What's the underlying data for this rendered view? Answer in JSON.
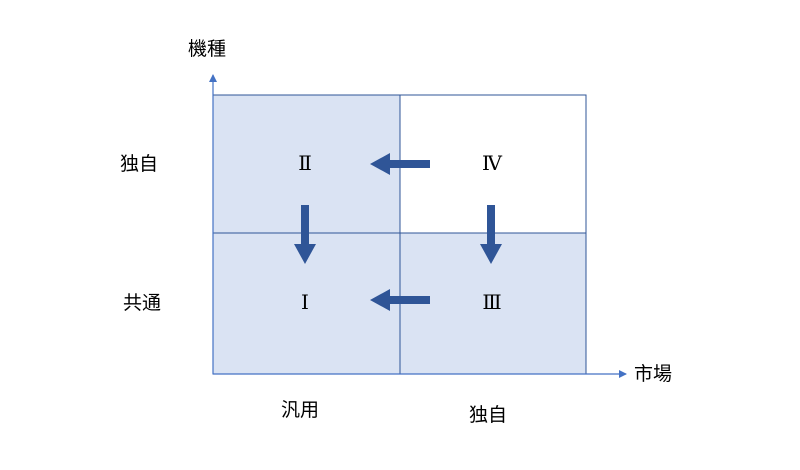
{
  "axes": {
    "y_title": "機種",
    "x_title": "市場",
    "color": "#4472c4"
  },
  "rows": [
    {
      "label": "独自"
    },
    {
      "label": "共通"
    }
  ],
  "columns": [
    {
      "label": "汎用"
    },
    {
      "label": "独自"
    }
  ],
  "quadrants": {
    "top_left": {
      "label": "Ⅱ",
      "fill": "#dae3f3"
    },
    "top_right": {
      "label": "Ⅳ",
      "fill": "#ffffff"
    },
    "bottom_left": {
      "label": "Ⅰ",
      "fill": "#dae3f3"
    },
    "bottom_right": {
      "label": "Ⅲ",
      "fill": "#dae3f3"
    }
  },
  "grid_line_color": "#2f5597",
  "transitions": [
    {
      "from": "Ⅳ",
      "to": "Ⅱ",
      "direction": "left"
    },
    {
      "from": "Ⅳ",
      "to": "Ⅲ",
      "direction": "down"
    },
    {
      "from": "Ⅱ",
      "to": "Ⅰ",
      "direction": "down"
    },
    {
      "from": "Ⅲ",
      "to": "Ⅰ",
      "direction": "left"
    }
  ],
  "arrow_color": "#2f5597"
}
